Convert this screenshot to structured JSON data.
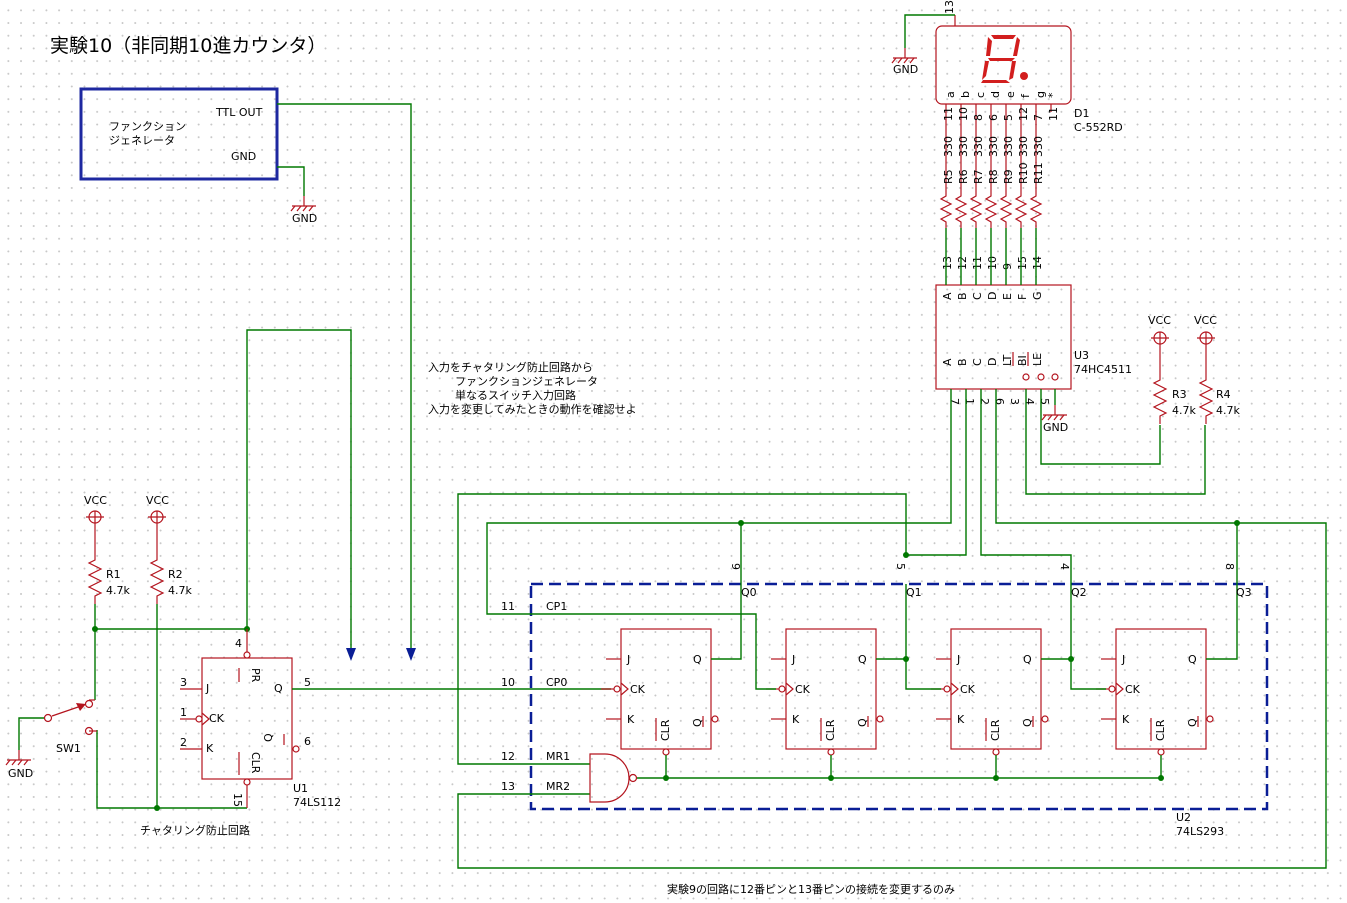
{
  "title": "実験10（非同期10進カウンタ）",
  "function_generator": {
    "name": "ファンクション\nジェネレータ",
    "ttl_out": "TTL OUT",
    "gnd": "GND"
  },
  "notes": {
    "input_check": [
      "入力をチャタリング防止回路から",
      "ファンクションジェネレータ",
      "単なるスイッチ入力回路",
      "入力を変更してみたときの動作を確認せよ"
    ],
    "debounce": "チャタリング防止回路",
    "footer": "実験9の回路に12番ピンと13番ピンの接続を変更するのみ"
  },
  "power": {
    "vcc": "VCC",
    "gnd": "GND"
  },
  "switch": {
    "name": "SW1"
  },
  "resistors": {
    "R1": {
      "name": "R1",
      "value": "4.7k"
    },
    "R2": {
      "name": "R2",
      "value": "4.7k"
    },
    "R3": {
      "name": "R3",
      "value": "4.7k"
    },
    "R4": {
      "name": "R4",
      "value": "4.7k"
    },
    "segment": [
      {
        "name": "R5",
        "value": "330"
      },
      {
        "name": "R6",
        "value": "330"
      },
      {
        "name": "R7",
        "value": "330"
      },
      {
        "name": "R8",
        "value": "330"
      },
      {
        "name": "R9",
        "value": "330"
      },
      {
        "name": "R10",
        "value": "330"
      },
      {
        "name": "R11",
        "value": "330"
      }
    ]
  },
  "u1": {
    "ref": "U1",
    "part": "74LS112",
    "pins": {
      "j": "J",
      "ck": "CK",
      "k": "K",
      "q": "Q",
      "qbar": "Q",
      "pr": "PR",
      "clr": "CLR"
    },
    "pin_numbers": {
      "j": "3",
      "ck": "1",
      "k": "2",
      "q": "5",
      "qbar": "6",
      "pr": "4",
      "clr": "15"
    }
  },
  "u2": {
    "ref": "U2",
    "part": "74LS293",
    "inputs": [
      "CP1",
      "CP0",
      "MR1",
      "MR2"
    ],
    "input_pins": [
      "11",
      "10",
      "12",
      "13"
    ],
    "outputs": [
      "Q0",
      "Q1",
      "Q2",
      "Q3"
    ],
    "output_pins": [
      "9",
      "5",
      "4",
      "8"
    ],
    "ff_pins": {
      "j": "J",
      "ck": "CK",
      "k": "K",
      "q": "Q",
      "qbar": "Q",
      "clr": "CLR"
    }
  },
  "u3": {
    "ref": "U3",
    "part": "74HC4511",
    "out_labels": [
      "A",
      "B",
      "C",
      "D",
      "E",
      "F",
      "G"
    ],
    "out_pins": [
      "13",
      "12",
      "11",
      "10",
      "9",
      "15",
      "14"
    ],
    "in_labels": [
      "A",
      "B",
      "C",
      "D",
      "LT",
      "BI",
      "LE"
    ],
    "in_pins": [
      "7",
      "1",
      "2",
      "6",
      "3",
      "4",
      "5"
    ]
  },
  "d1": {
    "ref": "D1",
    "part": "C-552RD",
    "common_pin": "13",
    "seg_labels": [
      "a",
      "b",
      "c",
      "d",
      "e",
      "f",
      "g",
      "*"
    ],
    "seg_pins": [
      "11",
      "10",
      "8",
      "6",
      "5",
      "12",
      "7",
      "11"
    ],
    "display_digit": "8."
  },
  "colors": {
    "wire": "#007800",
    "part": "#b4141e",
    "border": "#1e28a0",
    "dashed": "#0a1e96",
    "segment": "#d21e1e"
  }
}
